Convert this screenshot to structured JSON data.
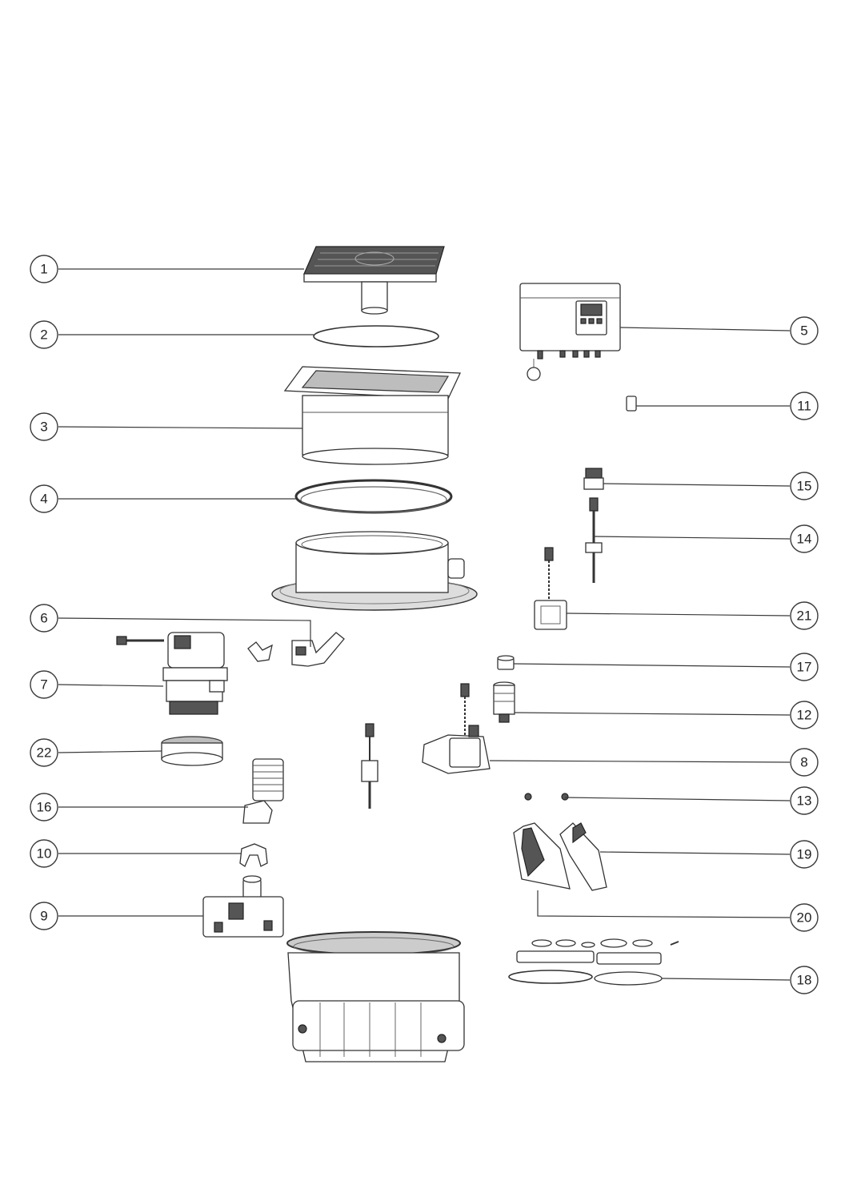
{
  "diagram": {
    "type": "exploded-parts-view",
    "callouts": [
      {
        "id": "1",
        "label": "1"
      },
      {
        "id": "2",
        "label": "2"
      },
      {
        "id": "3",
        "label": "3"
      },
      {
        "id": "4",
        "label": "4"
      },
      {
        "id": "5",
        "label": "5"
      },
      {
        "id": "6",
        "label": "6"
      },
      {
        "id": "7",
        "label": "7"
      },
      {
        "id": "8",
        "label": "8"
      },
      {
        "id": "9",
        "label": "9"
      },
      {
        "id": "10",
        "label": "10"
      },
      {
        "id": "11",
        "label": "11"
      },
      {
        "id": "12",
        "label": "12"
      },
      {
        "id": "13",
        "label": "13"
      },
      {
        "id": "14",
        "label": "14"
      },
      {
        "id": "15",
        "label": "15"
      },
      {
        "id": "16",
        "label": "16"
      },
      {
        "id": "17",
        "label": "17"
      },
      {
        "id": "18",
        "label": "18"
      },
      {
        "id": "19",
        "label": "19"
      },
      {
        "id": "20",
        "label": "20"
      },
      {
        "id": "21",
        "label": "21"
      },
      {
        "id": "22",
        "label": "22"
      }
    ]
  }
}
